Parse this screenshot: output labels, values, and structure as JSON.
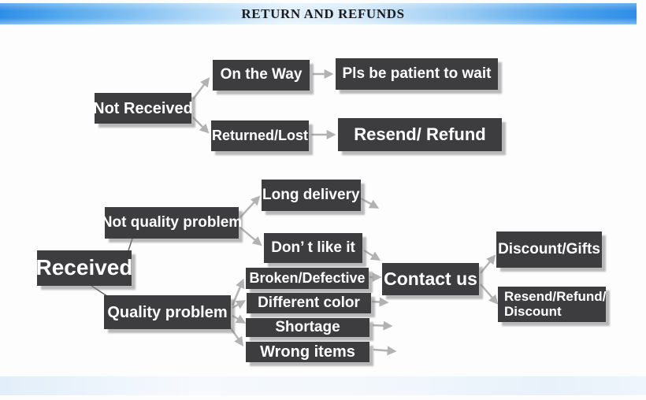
{
  "header": {
    "title": "RETURN AND REFUNDS"
  },
  "colors": {
    "box_background": "#3d3d3f",
    "box_text": "#ffffff",
    "arrow": "#b2b2b2",
    "header_blue": "#2f8ee7",
    "header_light": "#e2f1fc"
  },
  "nodes": {
    "not_received": "Not Received",
    "on_the_way": "On the Way",
    "returned_lost": "Returned/Lost",
    "pls_wait": "Pls be patient to wait",
    "resend_refund": "Resend/ Refund",
    "received": "Received",
    "not_quality_problem": "Not quality problem",
    "long_delivery": "Long delivery",
    "dont_like_it": "Don’ t like it",
    "quality_problem": "Quality problem",
    "broken_defective": "Broken/Defective",
    "different_color": "Different color",
    "shortage": "Shortage",
    "wrong_items": "Wrong items",
    "contact_us": "Contact us",
    "discount_gifts": "Discount/Gifts",
    "resend_refund_discount_line1": "Resend/Refund/",
    "resend_refund_discount_line2": "Discount"
  },
  "edges": [
    {
      "from": "Not Received",
      "to": "On the Way"
    },
    {
      "from": "Not Received",
      "to": "Returned/Lost"
    },
    {
      "from": "On the Way",
      "to": "Pls be patient to wait"
    },
    {
      "from": "Returned/Lost",
      "to": "Resend/ Refund"
    },
    {
      "from": "Received",
      "to": "Not quality problem"
    },
    {
      "from": "Received",
      "to": "Quality problem"
    },
    {
      "from": "Not quality problem",
      "to": "Long delivery"
    },
    {
      "from": "Not quality problem",
      "to": "Don’ t like it"
    },
    {
      "from": "Quality problem",
      "to": "Broken/Defective"
    },
    {
      "from": "Quality problem",
      "to": "Different color"
    },
    {
      "from": "Quality problem",
      "to": "Shortage"
    },
    {
      "from": "Quality problem",
      "to": "Wrong items"
    },
    {
      "from": "Long delivery",
      "to": "Contact us"
    },
    {
      "from": "Don’ t like it",
      "to": "Contact us"
    },
    {
      "from": "Broken/Defective",
      "to": "Contact us"
    },
    {
      "from": "Different color",
      "to": "Contact us"
    },
    {
      "from": "Shortage",
      "to": "Contact us"
    },
    {
      "from": "Wrong items",
      "to": "Contact us"
    },
    {
      "from": "Contact us",
      "to": "Discount/Gifts"
    },
    {
      "from": "Contact us",
      "to": "Resend/Refund/Discount"
    }
  ]
}
